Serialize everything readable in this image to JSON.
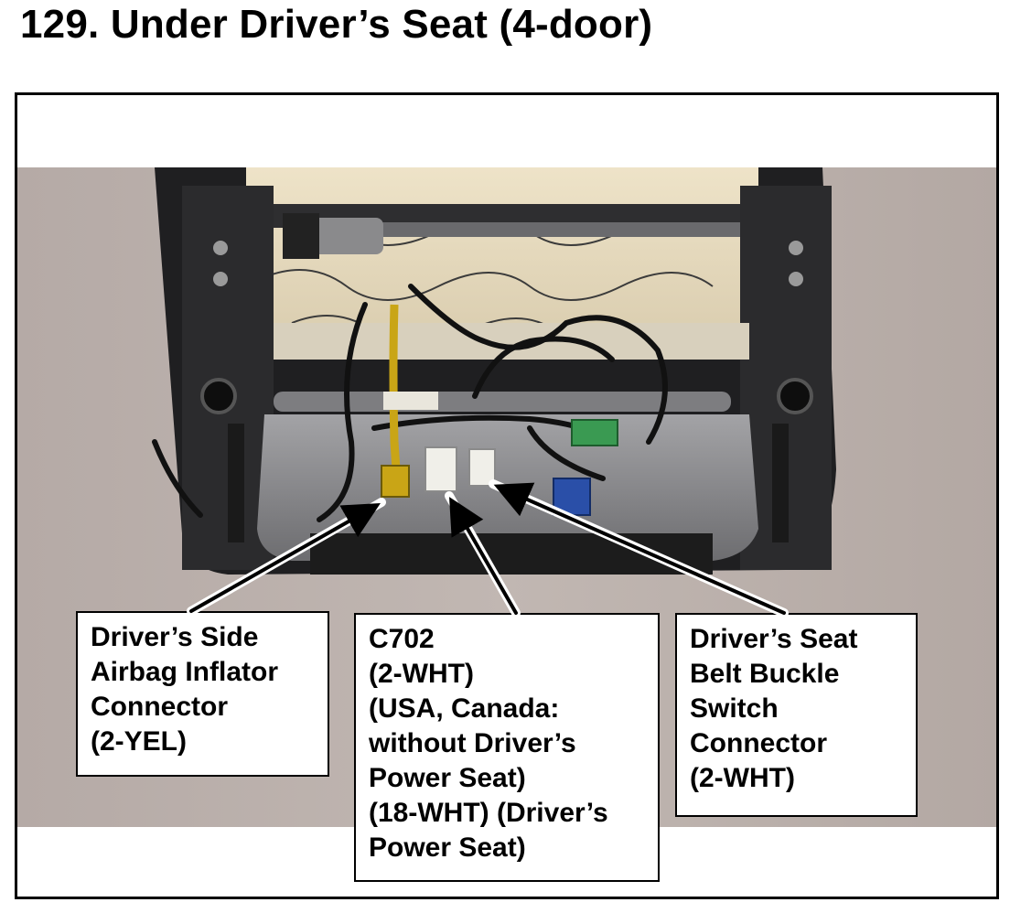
{
  "title": "129.  Under Driver’s Seat (4-door)",
  "callouts": {
    "left": {
      "lines": [
        "Driver’s Side",
        "Airbag Inflator",
        "Connector",
        "(2-YEL)"
      ]
    },
    "middle": {
      "lines": [
        "C702",
        "(2-WHT)",
        "(USA, Canada:",
        "without Driver’s",
        "Power Seat)",
        "(18-WHT) (Driver’s",
        "Power Seat)"
      ]
    },
    "right": {
      "lines": [
        "Driver’s Seat",
        "Belt Buckle",
        "Switch",
        "Connector",
        "(2-WHT)"
      ]
    }
  },
  "colors": {
    "background_wall": "#b8ada8",
    "seat_frame": "#2a2a2a",
    "pan_metal": "#8f8f92",
    "yellow_connector": "#c9a516",
    "white_connector": "#f0efe9",
    "green_connector": "#3a9a52",
    "blue_connector": "#2a4fa8"
  }
}
